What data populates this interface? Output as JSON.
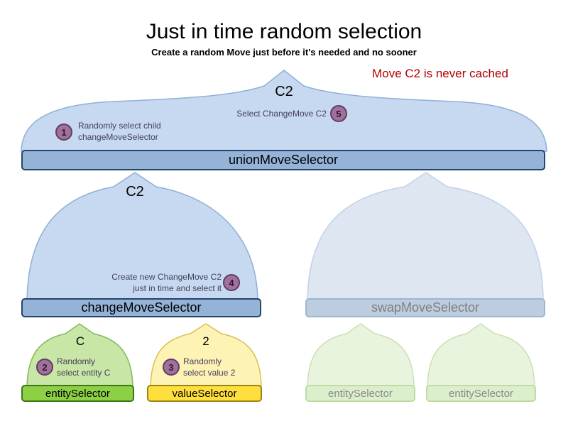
{
  "title": "Just in time random selection",
  "subtitle": "Create a random Move just before it's needed and no sooner",
  "note": "Move C2 is never cached",
  "selectors": {
    "union": {
      "label": "unionMoveSelector",
      "arrow_label": "C2"
    },
    "change": {
      "label": "changeMoveSelector",
      "arrow_label": "C2"
    },
    "swap": {
      "label": "swapMoveSelector"
    },
    "entity": {
      "label": "entitySelector",
      "arrow_label": "C"
    },
    "value": {
      "label": "valueSelector",
      "arrow_label": "2"
    },
    "entity_faded_1": {
      "label": "entitySelector"
    },
    "entity_faded_2": {
      "label": "entitySelector"
    }
  },
  "annotations": {
    "step1": {
      "num": "1",
      "line1": "Randomly select child",
      "line2": "changeMoveSelector"
    },
    "step2": {
      "num": "2",
      "line1": "Randomly",
      "line2": "select entity C"
    },
    "step3": {
      "num": "3",
      "line1": "Randomly",
      "line2": "select value 2"
    },
    "step4": {
      "num": "4",
      "line1": "Create new ChangeMove C2",
      "line2": "just in time and select it"
    },
    "step5": {
      "num": "5",
      "line1": "Select ChangeMove C2"
    }
  },
  "colors": {
    "bar_blue": "#95b3d7",
    "dome_blue": "#c6d9f0",
    "bar_blue_faded": "#bccde0",
    "dome_blue_faded": "#dde6f1",
    "bar_green": "#8cd045",
    "dome_green": "#c8e6a5",
    "bar_yellow": "#ffdf3e",
    "dome_yellow": "#fdf3b5",
    "bar_green_faded": "#dcefcd",
    "dome_green_faded": "#e9f4de",
    "circle_purple": "#a2719b",
    "note_red": "#b00000"
  }
}
